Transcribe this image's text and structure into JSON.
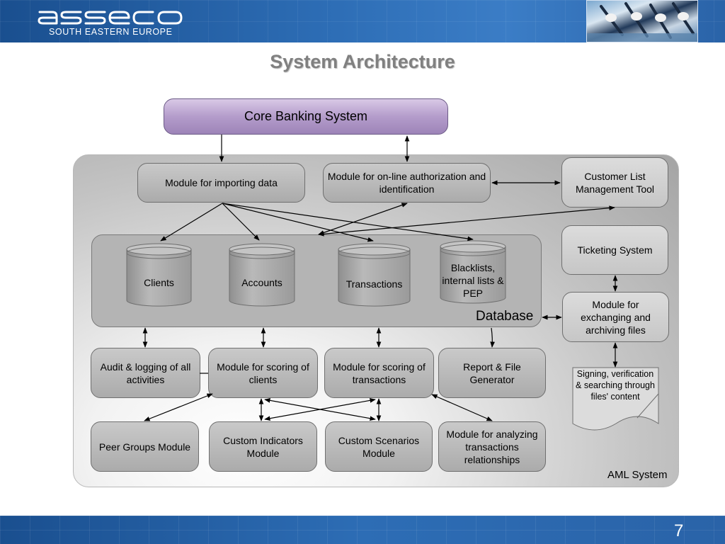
{
  "header": {
    "logo_text": "asseco",
    "subtitle": "SOUTH EASTERN EUROPE"
  },
  "title": "System Architecture",
  "diagram": {
    "core_banking": "Core Banking System",
    "module_importing": "Module for importing data",
    "module_authorization": "Module for on-line authorization and identification",
    "customer_list_tool": "Customer List Management Tool",
    "ticketing_system": "Ticketing System",
    "module_exchanging": "Module for exchanging and archiving files",
    "signing_doc": "Signing, verification & searching through files' content",
    "database": {
      "label": "Database",
      "tables": [
        "Clients",
        "Accounts",
        "Transactions",
        "Blacklists, internal lists & PEP"
      ]
    },
    "audit_logging": "Audit & logging of all activities",
    "scoring_clients": "Module for scoring of clients",
    "scoring_transactions": "Module for scoring of transactions",
    "report_generator": "Report & File Generator",
    "peer_groups": "Peer Groups Module",
    "custom_indicators": "Custom Indicators Module",
    "custom_scenarios": "Custom Scenarios Module",
    "analyzing_relationships": "Module for analyzing transactions relationships",
    "aml_label": "AML System"
  },
  "footer": {
    "page_number": "7"
  }
}
